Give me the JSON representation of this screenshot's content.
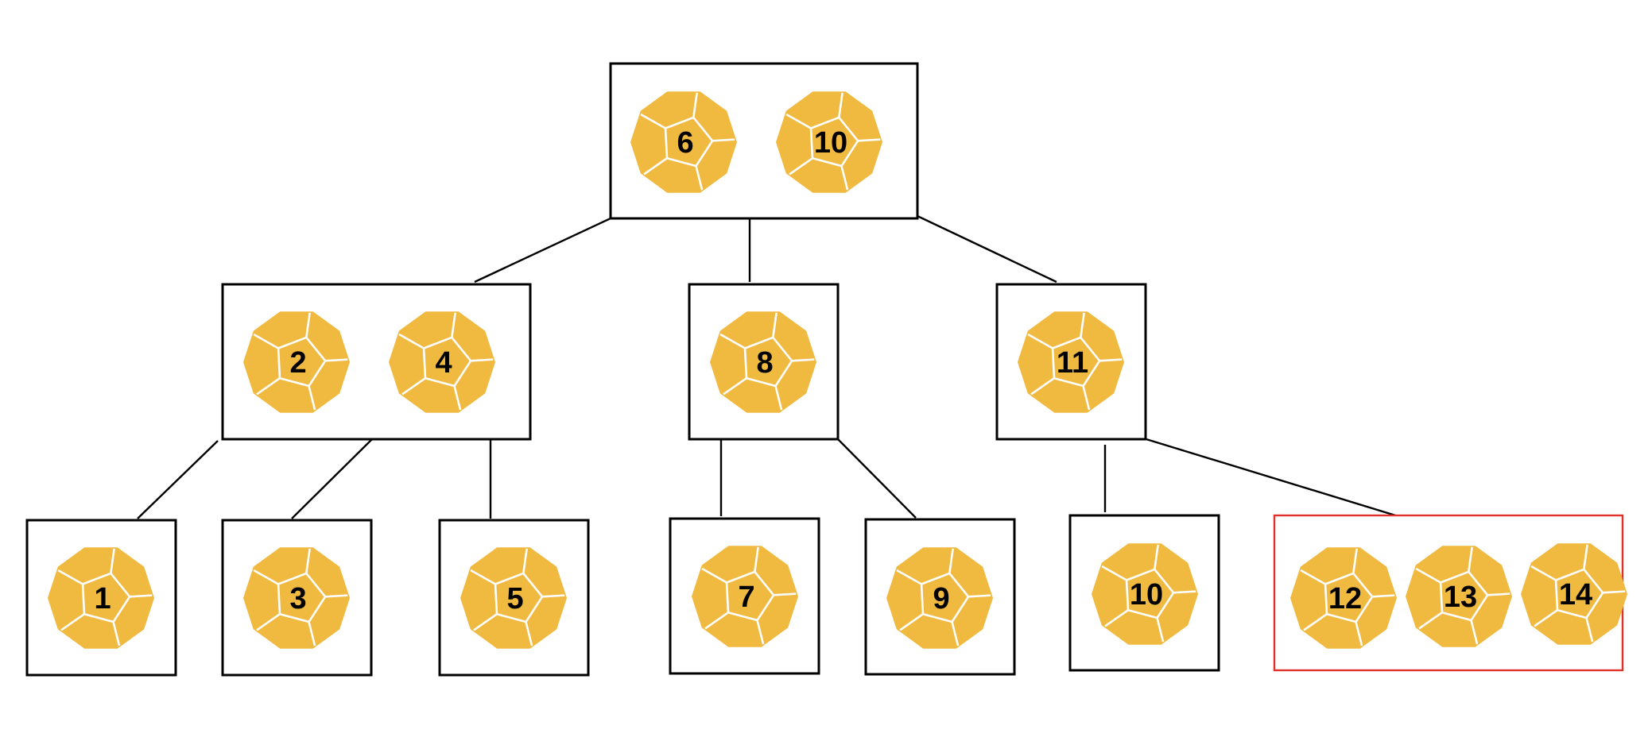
{
  "tree": {
    "root": {
      "id": "root",
      "keys": [
        "6",
        "10"
      ]
    },
    "level1": [
      {
        "id": "n-2-4",
        "keys": [
          "2",
          "4"
        ]
      },
      {
        "id": "n-8",
        "keys": [
          "8"
        ]
      },
      {
        "id": "n-11",
        "keys": [
          "11"
        ]
      }
    ],
    "level2": [
      {
        "id": "n-1",
        "keys": [
          "1"
        ]
      },
      {
        "id": "n-3",
        "keys": [
          "3"
        ]
      },
      {
        "id": "n-5",
        "keys": [
          "5"
        ]
      },
      {
        "id": "n-7",
        "keys": [
          "7"
        ]
      },
      {
        "id": "n-9",
        "keys": [
          "9"
        ]
      },
      {
        "id": "n-10b",
        "keys": [
          "10"
        ]
      },
      {
        "id": "n-12-13-14",
        "keys": [
          "12",
          "13",
          "14"
        ]
      }
    ],
    "edges": [
      [
        "root",
        "n-2-4"
      ],
      [
        "root",
        "n-8"
      ],
      [
        "root",
        "n-11"
      ],
      [
        "n-2-4",
        "n-1"
      ],
      [
        "n-2-4",
        "n-3"
      ],
      [
        "n-2-4",
        "n-5"
      ],
      [
        "n-8",
        "n-7"
      ],
      [
        "n-8",
        "n-9"
      ],
      [
        "n-11",
        "n-10b"
      ],
      [
        "n-11",
        "n-12-13-14"
      ]
    ],
    "highlighted_node": "n-12-13-14"
  },
  "colors": {
    "gem_fill": "#f0ba41",
    "node_border": "#000000",
    "highlight_border": "#e0322b",
    "edge": "#000000"
  },
  "icon": "dodecahedron-icon"
}
